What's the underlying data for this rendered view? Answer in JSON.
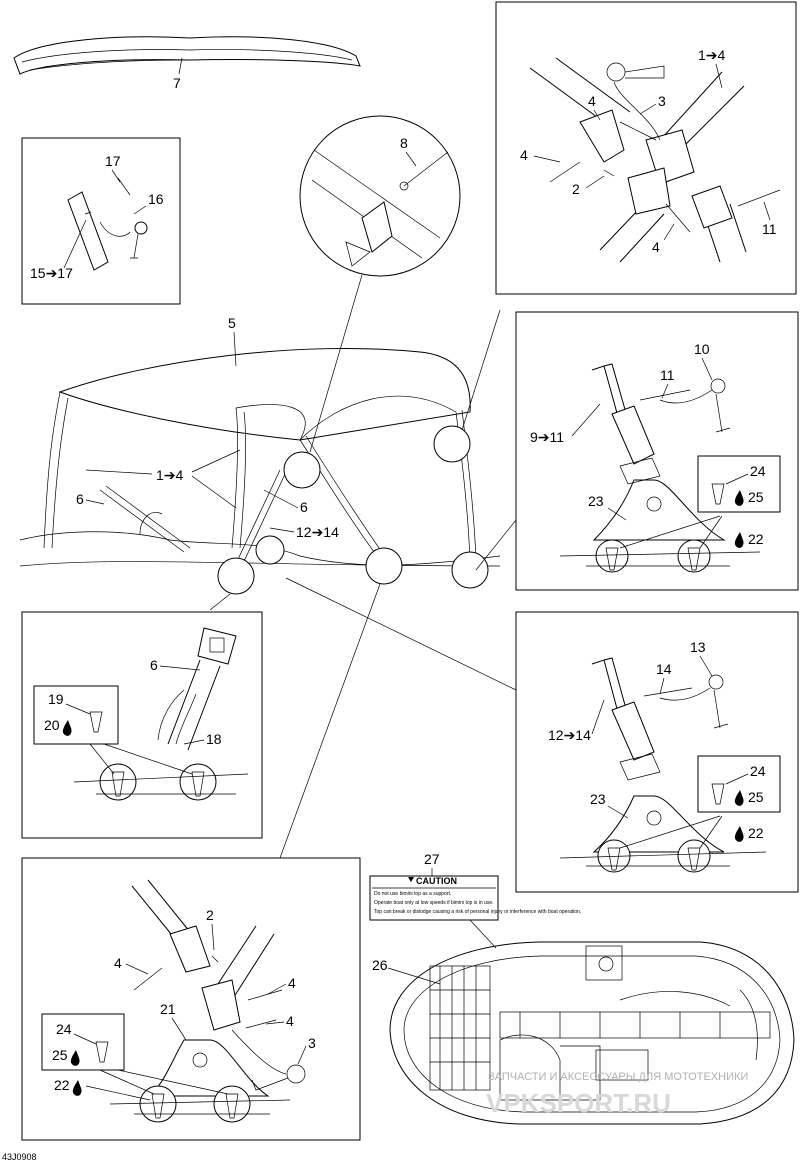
{
  "callouts": {
    "c7": "7",
    "c8": "8",
    "c17": "17",
    "c16": "16",
    "c15_17": "15➔17",
    "c1_4_top": "1➔4",
    "c4_top_a": "4",
    "c3_top": "3",
    "c4_top_b": "4",
    "c2_top": "2",
    "c4_top_c": "4",
    "c11_top": "11",
    "c5": "5",
    "c1_4_main": "1➔4",
    "c6_main_a": "6",
    "c6_main_b": "6",
    "c12_14_main": "12➔14",
    "c10": "10",
    "c11_mid": "11",
    "c9_11": "9➔11",
    "c24_a": "24",
    "c25_a": "25",
    "c23_a": "23",
    "c22_a": "22",
    "c6_left": "6",
    "c19": "19",
    "c20": "20",
    "c18": "18",
    "c14": "14",
    "c13": "13",
    "c12_14_right": "12➔14",
    "c24_b": "24",
    "c25_b": "25",
    "c23_b": "23",
    "c22_b": "22",
    "c2_bot": "2",
    "c4_bot_a": "4",
    "c4_bot_b": "4",
    "c4_bot_c": "4",
    "c21": "21",
    "c3_bot": "3",
    "c24_c": "24",
    "c25_c": "25",
    "c22_c": "22",
    "c27": "27",
    "c26": "26"
  },
  "caution_label": {
    "heading": "CAUTION",
    "line1": "Do not use bimini top as a support.",
    "line2": "Operate boat only at low speeds if bimini top is in use.",
    "line3": "Top can break or dislodge causing a risk of personal injury or interference with boat operation."
  },
  "figure_code": "43J0908",
  "watermark": {
    "text": "ЗАПЧАСТИ И АКСЕССУАРЫ ДЛЯ МОТОТЕХНИКИ",
    "brand": "VPKSPORT.RU"
  },
  "icons": {
    "drop": "oil-drop-icon",
    "arrow": "arrow-right-icon"
  }
}
